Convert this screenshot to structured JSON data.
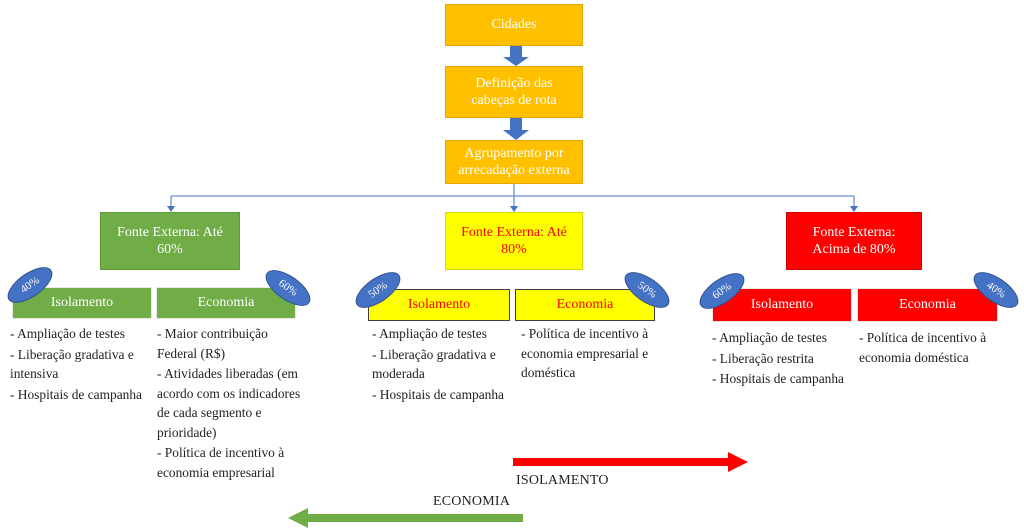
{
  "flow": {
    "cities": "Cidades",
    "definition": "Definição das cabeças de rota",
    "grouping": "Agrupamento por arrecadação externa"
  },
  "groups": [
    {
      "source": "Fonte Externa: Até 60%",
      "isolation_label": "Isolamento",
      "economy_label": "Economia",
      "isolation_pct": "40%",
      "economy_pct": "60%",
      "isolation_items": [
        "- Ampliação de testes",
        "- Liberação gradativa e intensiva",
        "- Hospitais de campanha"
      ],
      "economy_items": [
        "- Maior contribuição Federal (R$)",
        "- Atividades liberadas (em acordo com os indicadores de cada segmento e prioridade)",
        "- Política de incentivo à economia empresarial"
      ]
    },
    {
      "source": "Fonte Externa: Até 80%",
      "isolation_label": "Isolamento",
      "economy_label": "Economia",
      "isolation_pct": "50%",
      "economy_pct": "50%",
      "isolation_items": [
        "- Ampliação de testes",
        "- Liberação gradativa e moderada",
        "- Hospitais de campanha"
      ],
      "economy_items": [
        "- Política de incentivo à economia empresarial e doméstica"
      ]
    },
    {
      "source": "Fonte Externa: Acima de 80%",
      "isolation_label": "Isolamento",
      "economy_label": "Economia",
      "isolation_pct": "60%",
      "economy_pct": "40%",
      "isolation_items": [
        "- Ampliação de testes",
        "- Liberação restrita",
        "- Hospitais de campanha"
      ],
      "economy_items": [
        "- Política de incentivo à economia doméstica"
      ]
    }
  ],
  "arrows": {
    "isolation": "ISOLAMENTO",
    "economy": "ECONOMIA",
    "isolation_color": "#ff0000",
    "economy_color": "#70ad47"
  },
  "colors": {
    "flow": "#ffc000",
    "connector": "#4472c4",
    "group_60": "#70ad47",
    "group_80": "#ffff00",
    "group_above_80": "#ff0000"
  }
}
